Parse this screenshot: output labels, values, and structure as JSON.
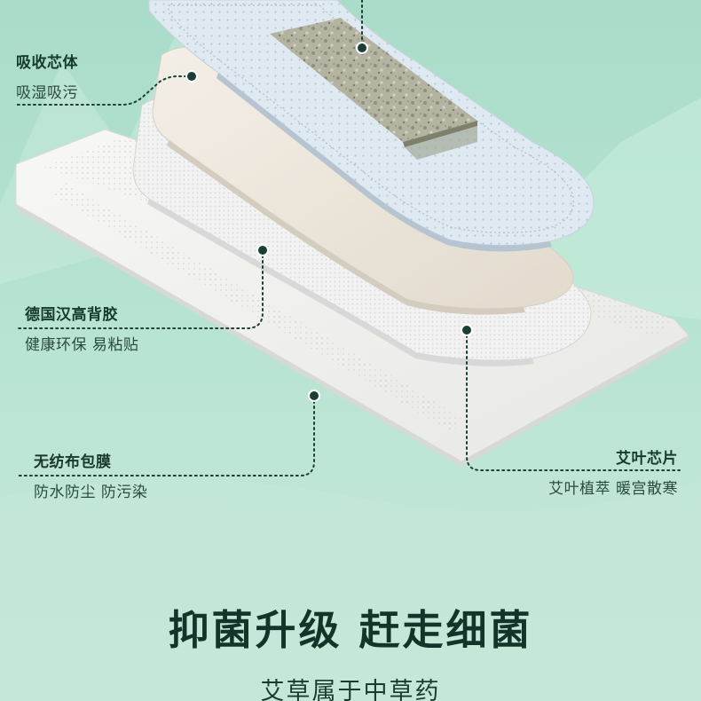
{
  "layers": [
    {
      "title": "吸收芯体",
      "desc": "吸湿吸污"
    },
    {
      "title": "德国汉高背胶",
      "desc": "健康环保 易粘贴"
    },
    {
      "title": "无纺布包膜",
      "desc": "防水防尘 防污染"
    },
    {
      "title": "艾叶芯片",
      "desc": "艾叶植萃 暖宫散寒"
    }
  ],
  "headline": "抑菌升级 赶走细菌",
  "subline": "艾草属于中草药",
  "colors": {
    "background": "#b7e3d1",
    "text": "#173a2e",
    "leader_line": "#1c3f35"
  }
}
